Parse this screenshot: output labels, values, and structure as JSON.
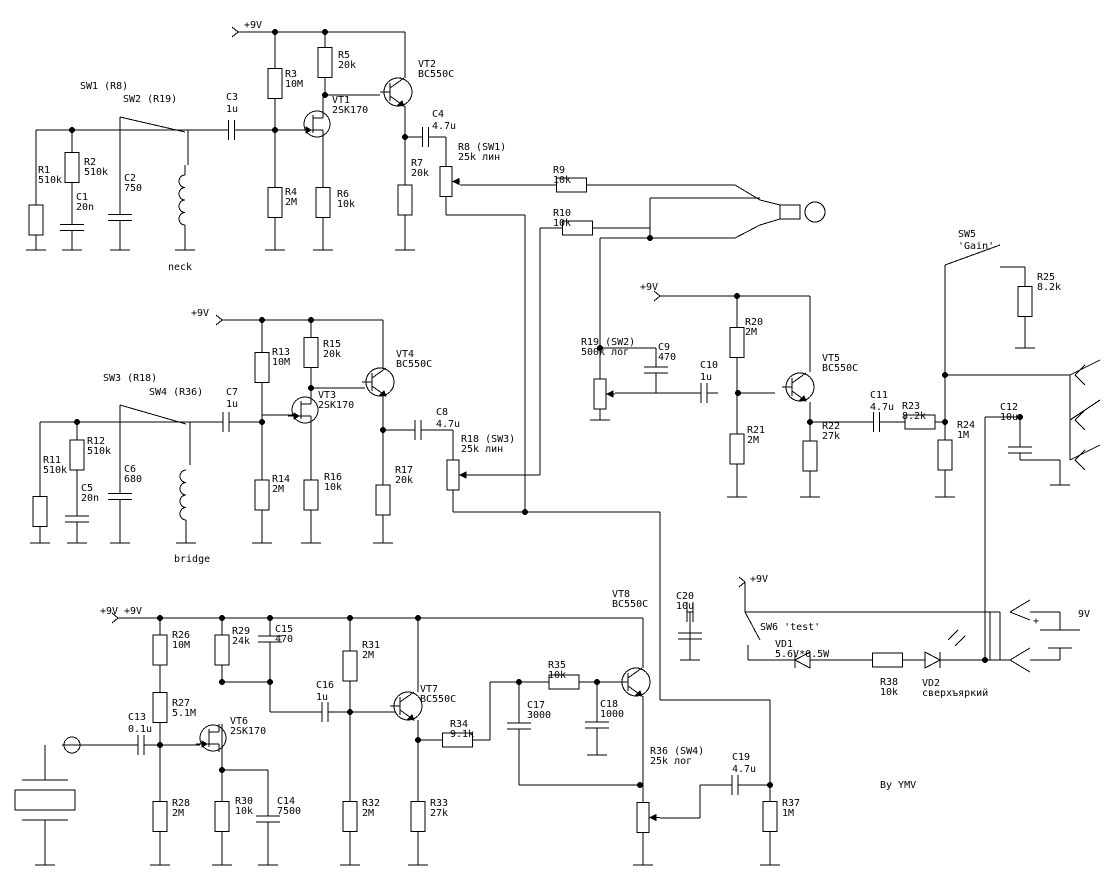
{
  "supply": {
    "plus9": "+9V",
    "battery": "9V",
    "battery_plus": "+"
  },
  "labels": {
    "neck": "neck",
    "bridge": "bridge",
    "author": "By YMV",
    "sw5_name": "SW5",
    "sw5_note": "'Gain'",
    "sw6": "SW6 'test'"
  },
  "parts": {
    "R1": [
      "R1",
      "510k"
    ],
    "R2": [
      "R2",
      "510k"
    ],
    "R3": [
      "R3",
      "10M"
    ],
    "R4": [
      "R4",
      "2M"
    ],
    "R5": [
      "R5",
      "20k"
    ],
    "R6": [
      "R6",
      "10k"
    ],
    "R7": [
      "R7",
      "20k"
    ],
    "R8": [
      "R8 (SW1)",
      "25k лин"
    ],
    "R9": [
      "R9",
      "10k"
    ],
    "R10": [
      "R10",
      "10k"
    ],
    "R11": [
      "R11",
      "510k"
    ],
    "R12": [
      "R12",
      "510k"
    ],
    "R13": [
      "R13",
      "10M"
    ],
    "R14": [
      "R14",
      "2M"
    ],
    "R15": [
      "R15",
      "20k"
    ],
    "R16": [
      "R16",
      "10k"
    ],
    "R17": [
      "R17",
      "20k"
    ],
    "R18": [
      "R18 (SW3)",
      "25k лин"
    ],
    "R19": [
      "R19 (SW2)",
      "500k лог"
    ],
    "R20": [
      "R20",
      "2M"
    ],
    "R21": [
      "R21",
      "2M"
    ],
    "R22": [
      "R22",
      "27k"
    ],
    "R23": [
      "R23",
      "8.2k"
    ],
    "R24": [
      "R24",
      "1M"
    ],
    "R25": [
      "R25",
      "8.2k"
    ],
    "R26": [
      "R26",
      "10M"
    ],
    "R27": [
      "R27",
      "5.1M"
    ],
    "R28": [
      "R28",
      "2M"
    ],
    "R29": [
      "R29",
      "24k"
    ],
    "R30": [
      "R30",
      "10k"
    ],
    "R31": [
      "R31",
      "2M"
    ],
    "R32": [
      "R32",
      "2M"
    ],
    "R33": [
      "R33",
      "27k"
    ],
    "R34": [
      "R34",
      "9.1k"
    ],
    "R35": [
      "R35",
      "10k"
    ],
    "R36": [
      "R36 (SW4)",
      "25k лог"
    ],
    "R37": [
      "R37",
      "1M"
    ],
    "R38": [
      "R38",
      "10k"
    ],
    "C1": [
      "C1",
      "20n"
    ],
    "C2": [
      "C2",
      "750"
    ],
    "C3": [
      "C3",
      "1u"
    ],
    "C4": [
      "C4",
      "4.7u"
    ],
    "C5": [
      "C5",
      "20n"
    ],
    "C6": [
      "C6",
      "680"
    ],
    "C7": [
      "C7",
      "1u"
    ],
    "C8": [
      "C8",
      "4.7u"
    ],
    "C9": [
      "C9",
      "470"
    ],
    "C10": [
      "C10",
      "1u"
    ],
    "C11": [
      "C11",
      "4.7u"
    ],
    "C12": [
      "C12",
      "10u"
    ],
    "C13": [
      "C13",
      "0.1u"
    ],
    "C14": [
      "C14",
      "7500"
    ],
    "C15": [
      "C15",
      "470"
    ],
    "C16": [
      "C16",
      "1u"
    ],
    "C17": [
      "C17",
      "3000"
    ],
    "C18": [
      "C18",
      "1000"
    ],
    "C19": [
      "C19",
      "4.7u"
    ],
    "C20": [
      "C20",
      "10u"
    ],
    "VT1": [
      "VT1",
      "2SK170"
    ],
    "VT2": [
      "VT2",
      "BC550C"
    ],
    "VT3": [
      "VT3",
      "2SK170"
    ],
    "VT4": [
      "VT4",
      "BC550C"
    ],
    "VT5": [
      "VT5",
      "BC550C"
    ],
    "VT6": [
      "VT6",
      "2SK170"
    ],
    "VT7": [
      "VT7",
      "BC550C"
    ],
    "VT8": [
      "VT8",
      "BC550C"
    ],
    "VD1": [
      "VD1",
      "5.6V*0.5W"
    ],
    "VD2": [
      "VD2",
      "сверхъяркий"
    ],
    "SW1": [
      "SW1 (R8)"
    ],
    "SW2": [
      "SW2 (R19)"
    ],
    "SW3": [
      "SW3 (R18)"
    ],
    "SW4": [
      "SW4 (R36)"
    ]
  }
}
